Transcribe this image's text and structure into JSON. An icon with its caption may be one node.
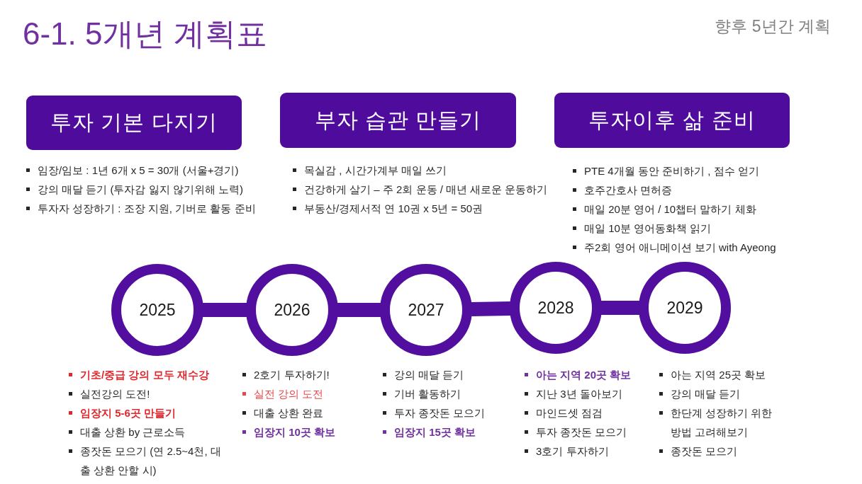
{
  "diagram": {
    "title": "6-1. 5개년 계획표",
    "nodes": [
      {
        "text": [
          "투자 기본 다지기"
        ],
        "beside": [
          "임장/임보 : 1년 6개 x 5 = 30개 (서울+경기)",
          "강의 매달 듣기 (투자감 잃지 않기위해 노력)",
          "투자자 성장하기 : 조장 지원, 기버로 활동 준비"
        ]
      },
      {
        "text": [
          "부자 습관 만들기"
        ],
        "beside": [
          "목실감 , 시간가계부 매일 쓰기",
          "건강하게 살기 – 주 2회 운동 / 매년 새로운 운동하기",
          "부동산/경제서적 연 10권 x 5년 = 50권"
        ]
      },
      {
        "text": [
          "투자이후 삶 준비"
        ],
        "beside": [
          "PTE 4개월 동안 준비하기 , 점수 얻기",
          "호주간호사 면허증",
          "매일 20분 영어 / 10챕터 말하기 체화",
          "매일 10분 영어동화책 읽기",
          "주2회 영어 애니메이션 보기 with Ayeong"
        ]
      },
      {
        "text": [
          "2025"
        ],
        "beside": [
          "기초/중급 강의 모두 재수강",
          "실전강의 도전!",
          "임장지 5-6곳 만들기",
          "대출 상환 by 근로소득",
          "종잣돈 모으기 (연 2.5~4천, 대출 상환 안할 시)"
        ]
      },
      {
        "text": [
          "2026"
        ],
        "beside": [
          "2호기 투자하기!",
          "실전 강의 도전",
          "대출 상환 완료",
          "임장지 10곳 확보"
        ]
      },
      {
        "text": [
          "2027"
        ],
        "beside": [
          "강의 매달 듣기",
          "기버 활동하기",
          "투자 종잣돈 모으기",
          "임장지 15곳 확보"
        ]
      },
      {
        "text": [
          "2028"
        ],
        "beside": [
          "아는 지역 20곳 확보",
          "지난 3년 돌아보기",
          "마인드셋 점검",
          "투자 종잣돈 모으기",
          "3호기 투자하기"
        ]
      },
      {
        "text": [
          "2029"
        ],
        "beside": [
          "아는 지역 25곳 확보",
          "강의 매달 듣기",
          "한단계 성장하기 위한 방법 고려해보기",
          "종잣돈 모으기"
        ]
      }
    ],
    "edges": [
      {
        "from": 3,
        "to": 4,
        "arrow": "none"
      },
      {
        "from": 4,
        "to": 5,
        "arrow": "none"
      },
      {
        "from": 5,
        "to": 6,
        "arrow": "none"
      },
      {
        "from": 6,
        "to": 7,
        "arrow": "none"
      }
    ],
    "labels": [
      "향후 5년간 계획"
    ]
  }
}
